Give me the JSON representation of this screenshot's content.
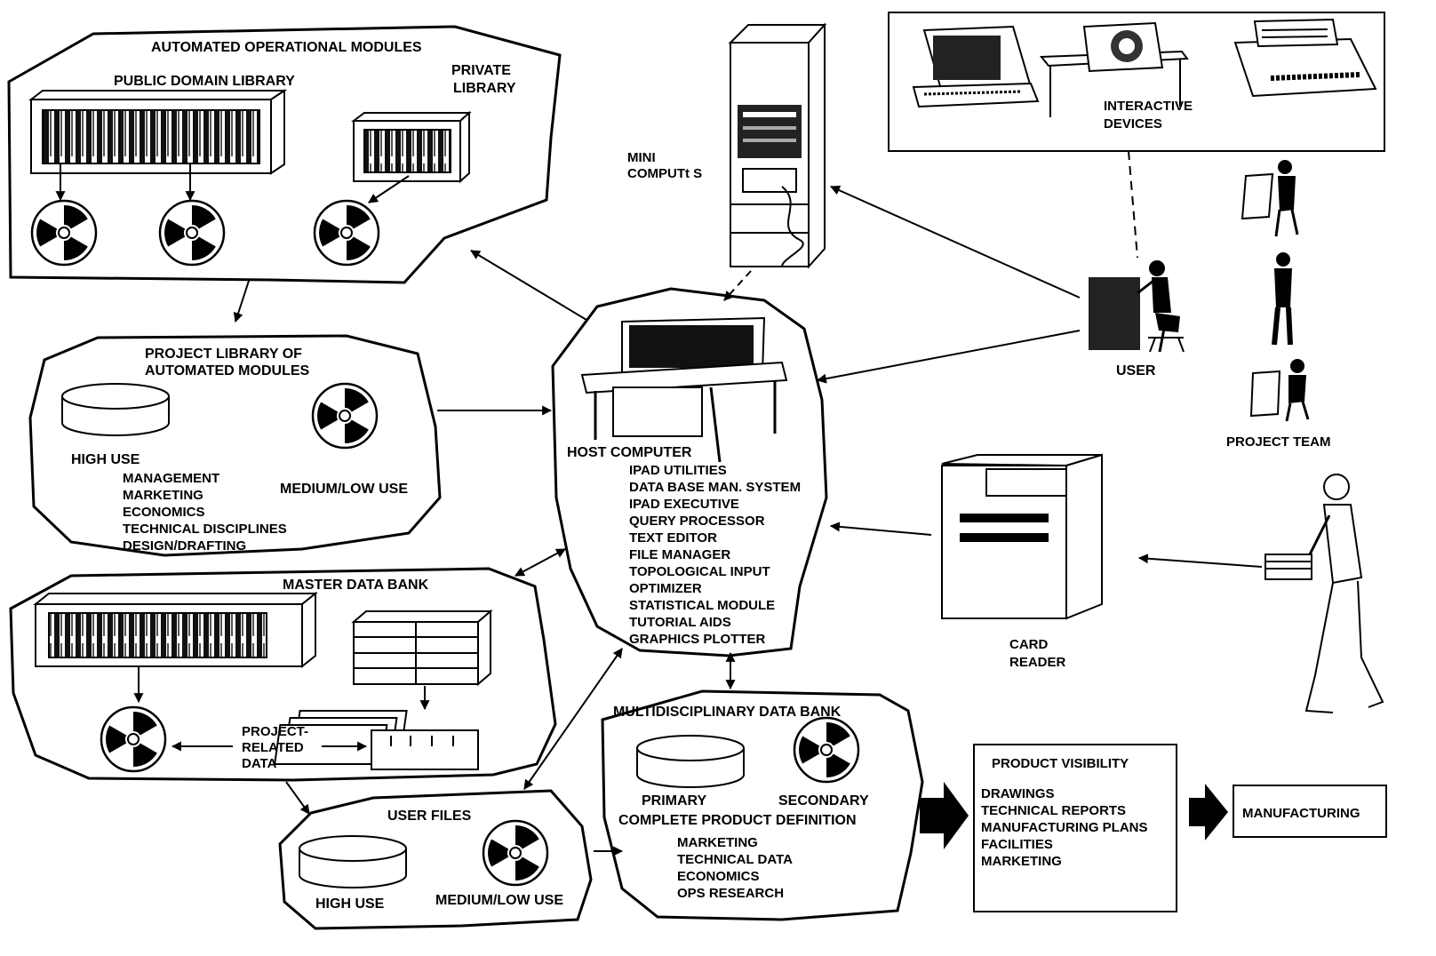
{
  "panels": {
    "operational_modules": {
      "title": "AUTOMATED OPERATIONAL MODULES",
      "public_library": "PUBLIC DOMAIN LIBRARY",
      "private_library": [
        "PRIVATE",
        "LIBRARY"
      ]
    },
    "project_library": {
      "title": [
        "PROJECT LIBRARY OF",
        "AUTOMATED MODULES"
      ],
      "high_use": "HIGH USE",
      "medium_low_use": "MEDIUM/LOW USE",
      "disciplines": [
        "MANAGEMENT",
        "MARKETING",
        "ECONOMICS",
        "TECHNICAL DISCIPLINES",
        "DESIGN/DRAFTING"
      ]
    },
    "master_data_bank": {
      "title": "MASTER DATA BANK",
      "project_data": [
        "PROJECT-",
        "RELATED",
        "DATA"
      ]
    },
    "user_files": {
      "title": "USER FILES",
      "high_use": "HIGH USE",
      "medium_low_use": "MEDIUM/LOW USE"
    },
    "host_computer": {
      "title": "HOST COMPUTER",
      "items": [
        "IPAD UTILITIES",
        "DATA BASE MAN. SYSTEM",
        "IPAD EXECUTIVE",
        "QUERY PROCESSOR",
        "TEXT EDITOR",
        "FILE MANAGER",
        "TOPOLOGICAL INPUT",
        "OPTIMIZER",
        "STATISTICAL MODULE",
        "TUTORIAL AIDS",
        "GRAPHICS PLOTTER"
      ]
    },
    "multidisciplinary_data_bank": {
      "title": "MULTIDISCIPLINARY DATA BANK",
      "primary": "PRIMARY",
      "secondary": "SECONDARY",
      "definition": "COMPLETE PRODUCT DEFINITION",
      "items": [
        "MARKETING",
        "TECHNICAL DATA",
        "ECONOMICS",
        "OPS RESEARCH"
      ]
    },
    "product_visibility": {
      "title": "PRODUCT VISIBILITY",
      "items": [
        "DRAWINGS",
        "TECHNICAL  REPORTS",
        "MANUFACTURING PLANS",
        "FACILITIES",
        "MARKETING"
      ]
    },
    "manufacturing": {
      "label": "MANUFACTURING"
    }
  },
  "labels": {
    "mini_computers": [
      "MINI",
      "COMPUTt   S"
    ],
    "interactive_devices": [
      "INTERACTIVE",
      "DEVICES"
    ],
    "user": "USER",
    "project_team": "PROJECT TEAM",
    "card_reader": [
      "CARD",
      "READER"
    ]
  }
}
